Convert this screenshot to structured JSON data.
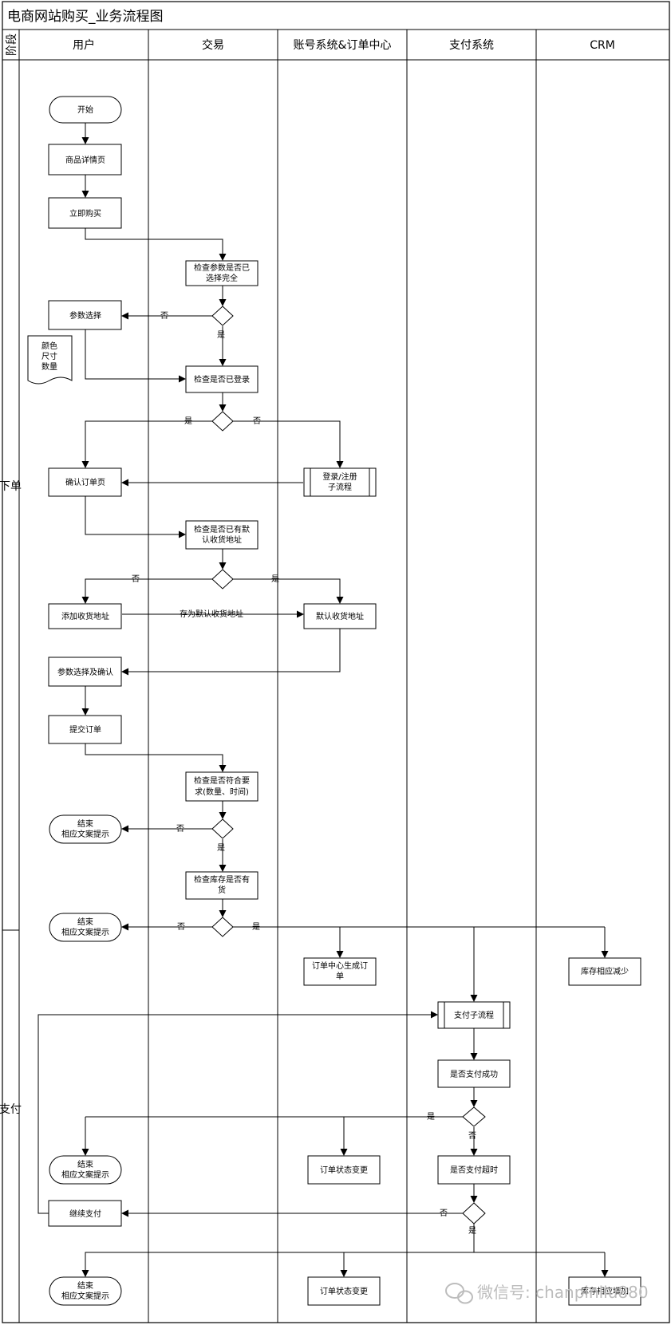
{
  "title": "电商网站购买_业务流程图",
  "phase_header": "阶段",
  "lanes": [
    "用户",
    "交易",
    "账号系统&订单中心",
    "支付系统",
    "CRM"
  ],
  "phases": {
    "order": "下单",
    "pay": "支付"
  },
  "nodes": {
    "start": "开始",
    "product_detail": "商品详情页",
    "buy_now": "立即购买",
    "check_params": [
      "检查参数是否已",
      "选择完全"
    ],
    "param_select": "参数选择",
    "note_doc": [
      "颜色",
      "尺寸",
      "数量"
    ],
    "check_login": "检查是否已登录",
    "login_register": [
      "登录/注册",
      "子流程"
    ],
    "confirm_order_page": "确认订单页",
    "check_default_addr": [
      "检查是否已有默",
      "认收货地址"
    ],
    "add_addr": "添加收货地址",
    "default_addr": "默认收货地址",
    "param_confirm": "参数选择及确认",
    "submit_order": "提交订单",
    "check_requirements": [
      "检查是否符合要",
      "求(数量、时间)"
    ],
    "end1": [
      "结束",
      "相应文案提示"
    ],
    "check_stock": [
      "检查库存是否有",
      "货"
    ],
    "end2": [
      "结束",
      "相应文案提示"
    ],
    "gen_order": [
      "订单中心生成订",
      "单"
    ],
    "stock_decrease": "库存相应减少",
    "pay_subprocess": "支付子流程",
    "pay_success": "是否支付成功",
    "end3": [
      "结束",
      "相应文案提示"
    ],
    "order_status1": "订单状态变更",
    "pay_timeout": "是否支付超时",
    "continue_pay": "继续支付",
    "end4": [
      "结束",
      "相应文案提示"
    ],
    "order_status2": "订单状态变更",
    "stock_restore": "库存相应增加"
  },
  "edge_labels": {
    "no": "否",
    "yes": "是",
    "save_default": "存为默认收货地址"
  },
  "watermark": "微信号: chanpinliu880"
}
